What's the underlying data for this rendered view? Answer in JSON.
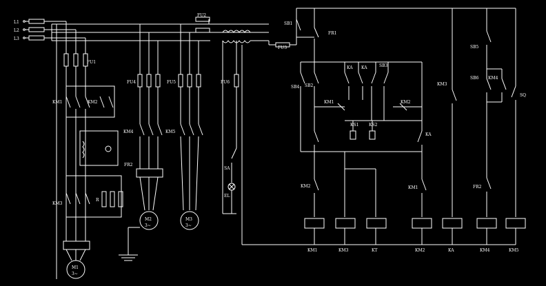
{
  "line_color": "#ffffff",
  "background": "#000000",
  "power_lines": [
    "L1",
    "L2",
    "L3"
  ],
  "fuses": {
    "main": "FU1",
    "ctrl_supply": "FU2",
    "ctrl": "FU3",
    "m2": "FU4",
    "m3": "FU5",
    "lamp": "FU6"
  },
  "contactors": {
    "km1": "KM1",
    "km2": "KM2",
    "km3": "KM3",
    "km4": "KM4",
    "km5": "KM5",
    "ka": "KA"
  },
  "relays": {
    "fr1": "FR1",
    "fr2": "FR2",
    "kt": "KT"
  },
  "buttons": {
    "sb1": "SB1",
    "sb2": "SB2",
    "sb3": "SB3",
    "sb4": "SB4",
    "sb5": "SB5",
    "sb6": "SB6"
  },
  "ks": {
    "ks1": "KS1",
    "ks2": "KS2"
  },
  "lamp": {
    "switch": "SA",
    "lamp": "EL"
  },
  "limit": "SQ",
  "resistor": "R",
  "motors": [
    {
      "name": "M1",
      "type": "3~"
    },
    {
      "name": "M2",
      "type": "3~"
    },
    {
      "name": "M3",
      "type": "3~"
    }
  ],
  "coils": [
    "KM1",
    "KM3",
    "KT",
    "KM2",
    "KA",
    "KM4",
    "KM5"
  ]
}
